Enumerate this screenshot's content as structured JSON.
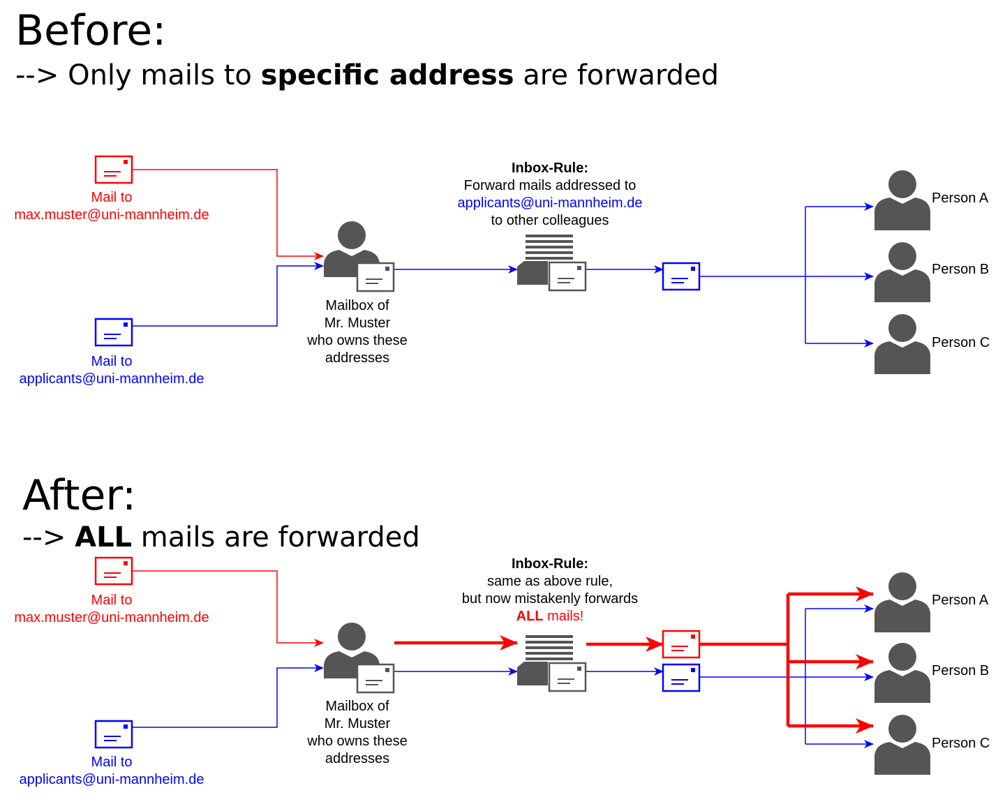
{
  "before": {
    "title": "Before:",
    "subtitle_prefix": "--> Only mails to ",
    "subtitle_bold": "specific address",
    "subtitle_suffix": " are forwarded",
    "mail_red": [
      "Mail to",
      "max.muster@uni-mannheim.de"
    ],
    "mail_blue": [
      "Mail to",
      "applicants@uni-mannheim.de"
    ],
    "mailbox": [
      "Mailbox of",
      "Mr. Muster",
      "who owns these",
      "addresses"
    ],
    "rule_title": "Inbox-Rule:",
    "rule_line1": "Forward mails addressed to",
    "rule_address": "applicants@uni-mannheim.de",
    "rule_line3": "to other colleagues",
    "persons": [
      "Person A",
      "Person B",
      "Person C"
    ]
  },
  "after": {
    "title": "After:",
    "subtitle_prefix": "--> ",
    "subtitle_bold": "ALL",
    "subtitle_suffix": " mails are forwarded",
    "mail_red": [
      "Mail to",
      "max.muster@uni-mannheim.de"
    ],
    "mail_blue": [
      "Mail to",
      "applicants@uni-mannheim.de"
    ],
    "mailbox": [
      "Mailbox of",
      "Mr. Muster",
      "who owns these",
      "addresses"
    ],
    "rule_title": "Inbox-Rule:",
    "rule_line1": "same as above rule,",
    "rule_line2": "but now mistakenly forwards",
    "rule_all": "ALL",
    "rule_all_suffix": " mails!",
    "persons": [
      "Person A",
      "Person B",
      "Person C"
    ]
  },
  "colors": {
    "red": "#ff0000",
    "blue": "#0000ff",
    "icon": "#555555"
  },
  "icons": [
    "envelope-icon",
    "person-icon",
    "mailbox-icon",
    "inbox-rule-icon",
    "arrow-icon"
  ]
}
